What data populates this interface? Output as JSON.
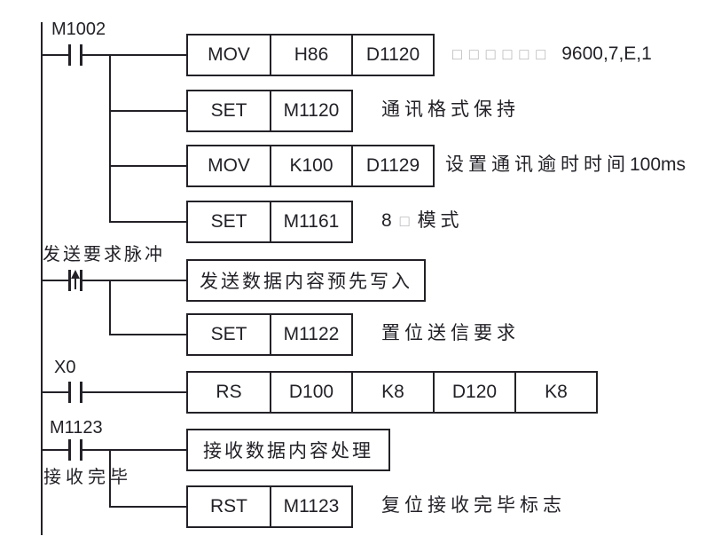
{
  "colors": {
    "line": "#232127",
    "muted": "#b0b0b2",
    "background": "#ffffff"
  },
  "rung1": {
    "contact_label": "M1002",
    "box1": {
      "c1": "MOV",
      "c2": "H86",
      "c3": "D1120"
    },
    "comment1": {
      "boxes": "□□□□□□",
      "text": "9600,7,E,1"
    },
    "box2": {
      "c1": "SET",
      "c2": "M1120"
    },
    "comment2": "通讯格式保持",
    "box3": {
      "c1": "MOV",
      "c2": "K100",
      "c3": "D1129"
    },
    "comment3": {
      "zh": "设置通讯逾时时间",
      "en": "100ms"
    },
    "box4": {
      "c1": "SET",
      "c2": "M1161"
    },
    "comment4": {
      "prefix": "8",
      "box": "□",
      "suffix": "模式"
    }
  },
  "rung2": {
    "contact_label": "发送要求脉冲",
    "box1": "发送数据内容预先写入",
    "box2": {
      "c1": "SET",
      "c2": "M1122"
    },
    "comment2": "置位送信要求"
  },
  "rung3": {
    "contact_label": "X0",
    "box1": {
      "c1": "RS",
      "c2": "D100",
      "c3": "K8",
      "c4": "D120",
      "c5": "K8"
    }
  },
  "rung4": {
    "contact_label": "M1123",
    "contact_sublabel": "接收完毕",
    "box1": "接收数据内容处理",
    "box2": {
      "c1": "RST",
      "c2": "M1123"
    },
    "comment2": "复位接收完毕标志"
  }
}
